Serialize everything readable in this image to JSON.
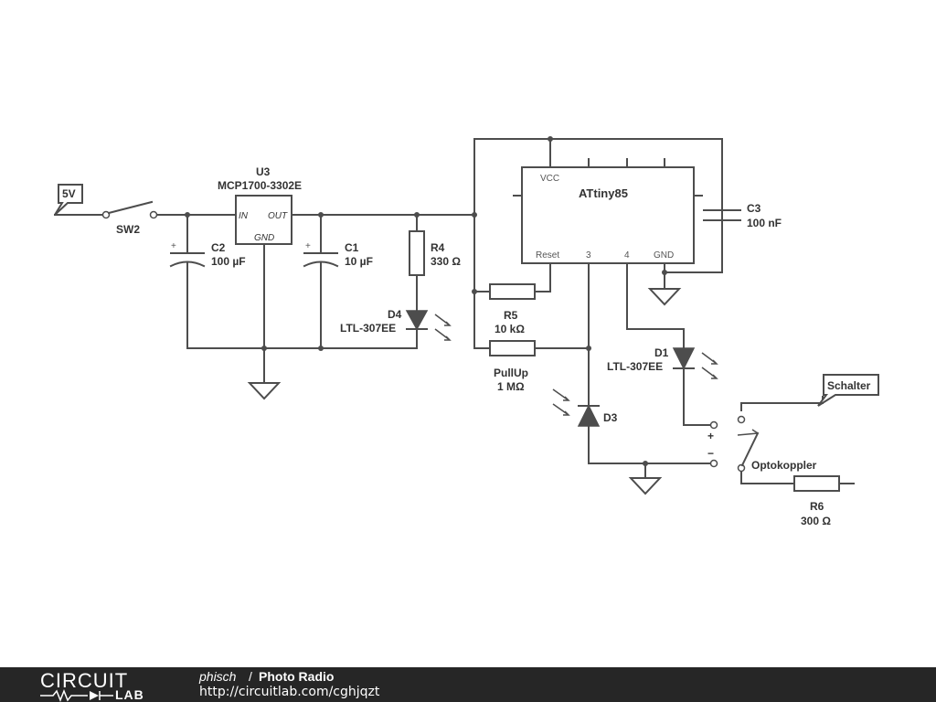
{
  "components": {
    "source": {
      "label": "5V"
    },
    "sw2": {
      "name": "SW2"
    },
    "u3": {
      "name": "U3",
      "part": "MCP1700-3302E",
      "pin_in": "IN",
      "pin_out": "OUT",
      "pin_gnd": "GND"
    },
    "c2": {
      "name": "C2",
      "value": "100 µF",
      "polarity": "+"
    },
    "c1": {
      "name": "C1",
      "value": "10 µF",
      "polarity": "+"
    },
    "r4": {
      "name": "R4",
      "value": "330 Ω"
    },
    "d4": {
      "name": "D4",
      "part": "LTL-307EE"
    },
    "mcu": {
      "name": "ATtiny85",
      "pin_vcc": "VCC",
      "pin_reset": "Reset",
      "pin_3": "3",
      "pin_4": "4",
      "pin_gnd": "GND"
    },
    "c3": {
      "name": "C3",
      "value": "100 nF"
    },
    "r5": {
      "name": "R5",
      "value": "10 kΩ"
    },
    "pullup": {
      "name": "PullUp",
      "value": "1 MΩ"
    },
    "d3": {
      "name": "D3"
    },
    "d1": {
      "name": "D1",
      "part": "LTL-307EE"
    },
    "optocoupler": {
      "name": "Optokoppler",
      "plus": "+",
      "minus": "−"
    },
    "schalter": {
      "label": "Schalter"
    },
    "r6": {
      "name": "R6",
      "value": "300 Ω"
    }
  },
  "footer": {
    "logo_top": "CIRCUIT",
    "logo_bottom": "LAB",
    "author": "phisch",
    "separator": "/",
    "title": "Photo Radio",
    "url": "http://circuitlab.com/cghjqzt"
  }
}
